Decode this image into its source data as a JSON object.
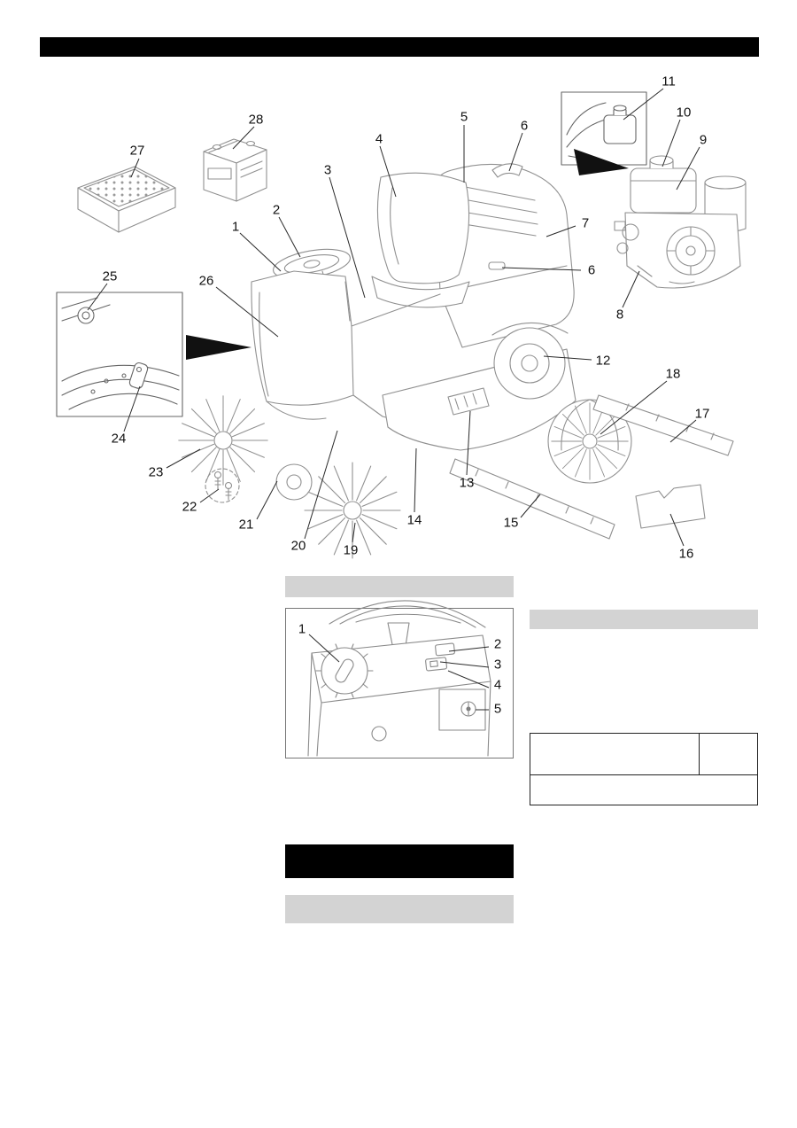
{
  "page": {
    "type": "operating-manual-parts-page",
    "background": "#ffffff"
  },
  "colors": {
    "top_title_bar": "#000000",
    "section_bar_gray": "#d3d3d3",
    "mid_black_bar": "#000000",
    "drawing_line": "#909090",
    "leader_line": "#2a2a2a",
    "callout_text": "#111111"
  },
  "main_diagram": {
    "description": "ride-on-sweeper-parts-overview",
    "callouts": [
      {
        "label": "27"
      },
      {
        "label": "28"
      },
      {
        "label": "5"
      },
      {
        "label": "4"
      },
      {
        "label": "6"
      },
      {
        "label": "11"
      },
      {
        "label": "10"
      },
      {
        "label": "9"
      },
      {
        "label": "3"
      },
      {
        "label": "2"
      },
      {
        "label": "1"
      },
      {
        "label": "7"
      },
      {
        "label": "6"
      },
      {
        "label": "8"
      },
      {
        "label": "26"
      },
      {
        "label": "25"
      },
      {
        "label": "12"
      },
      {
        "label": "18"
      },
      {
        "label": "17"
      },
      {
        "label": "24"
      },
      {
        "label": "23"
      },
      {
        "label": "22"
      },
      {
        "label": "13"
      },
      {
        "label": "21"
      },
      {
        "label": "14"
      },
      {
        "label": "15"
      },
      {
        "label": "20"
      },
      {
        "label": "19"
      },
      {
        "label": "16"
      }
    ]
  },
  "control_panel_diagram": {
    "description": "operating-console-detail",
    "callouts": [
      {
        "label": "1"
      },
      {
        "label": "2"
      },
      {
        "label": "3"
      },
      {
        "label": "4"
      },
      {
        "label": "5"
      }
    ]
  },
  "info_table": {
    "rows": 2,
    "row1_cells": [
      "",
      ""
    ],
    "row2_cells": [
      ""
    ]
  }
}
